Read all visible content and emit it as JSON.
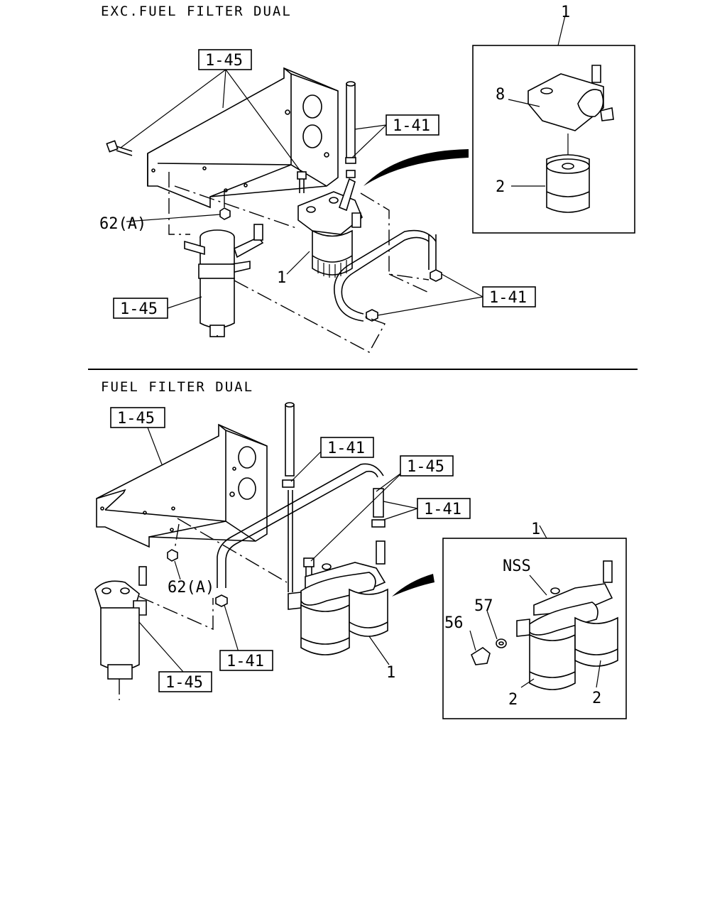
{
  "sections": {
    "top": {
      "title": "EXC.FUEL FILTER DUAL"
    },
    "bottom": {
      "title": "FUEL FILTER DUAL"
    }
  },
  "callouts": {
    "top_bracket_bolt": "1-45",
    "top_pipe_clip": "1-41",
    "top_nut": "62(A)",
    "top_separator": "1-45",
    "top_filter": "1",
    "top_hose_clips": "1-41",
    "top_inset_assembly": "1",
    "top_inset_head": "8",
    "top_inset_element": "2",
    "bot_bracket": "1-45",
    "bot_pipe_clip": "1-41",
    "bot_bolt": "1-45",
    "bot_pipe_clip_2": "1-41",
    "bot_nut": "62(A)",
    "bot_hose_clip": "1-41",
    "bot_separator": "1-45",
    "bot_filter": "1",
    "bot_inset_assembly": "1",
    "bot_inset_nss": "NSS",
    "bot_inset_plug": "56",
    "bot_inset_oring": "57",
    "bot_inset_element_left": "2",
    "bot_inset_element_right": "2"
  }
}
